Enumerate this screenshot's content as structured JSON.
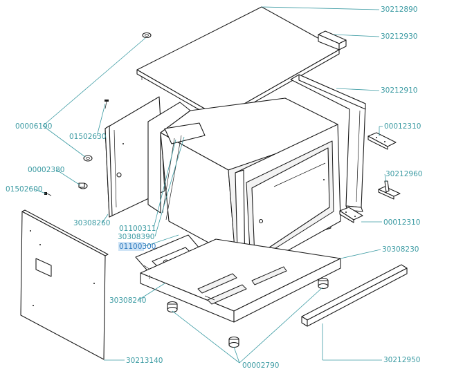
{
  "labels": {
    "p30212890": "30212890",
    "p30212930": "30212930",
    "p30212910": "30212910",
    "p00006190": "00006190",
    "p01502630": "01502630",
    "p00012310_top": "00012310",
    "p00002380": "00002380",
    "p30212960": "30212960",
    "p01502600": "01502600",
    "p30308260": "30308260",
    "p01100311": "01100311",
    "p30308390": "30308390",
    "p01100300": "01100300",
    "p00012310_bottom": "00012310",
    "p30308230": "30308230",
    "p30308240": "30308240",
    "p30212950": "30212950",
    "p30213140": "30213140",
    "p00002790": "00002790"
  },
  "colors": {
    "label": "#3a9aa2",
    "selected_label": "#2e7bbf",
    "selection_highlight": "#cfe4f6",
    "line_art": "#1a1a1a"
  }
}
